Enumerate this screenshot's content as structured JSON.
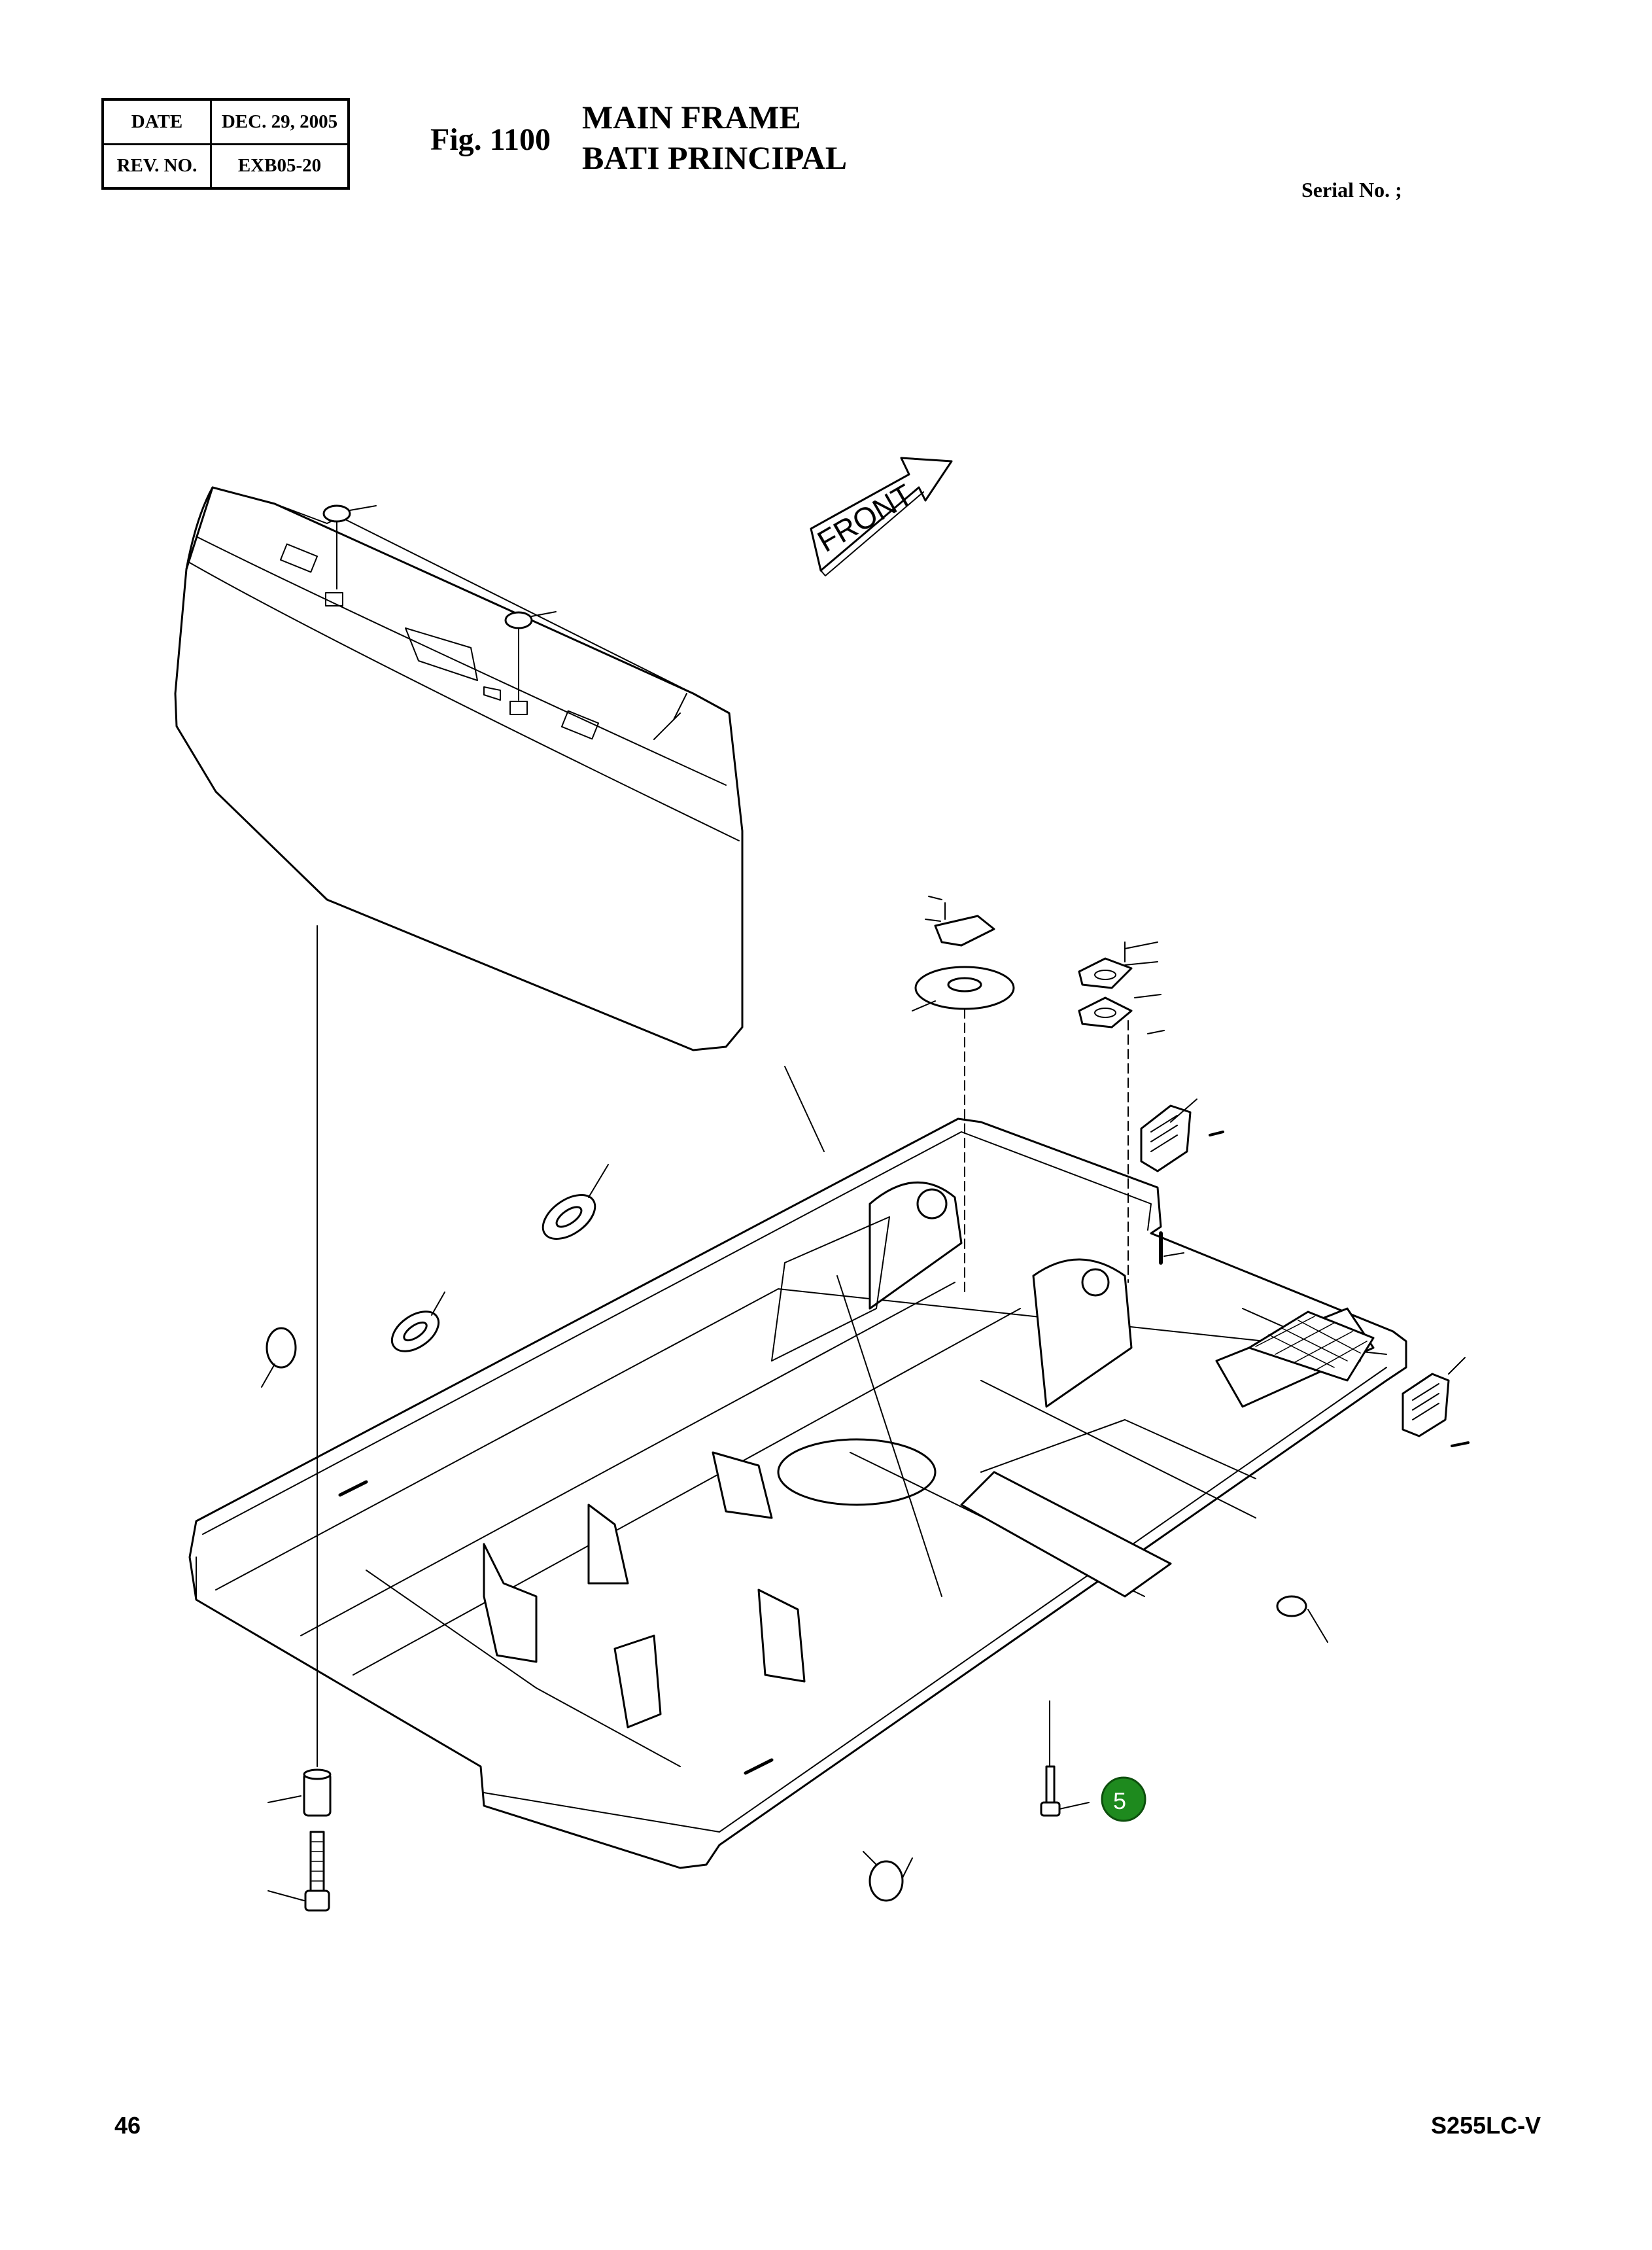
{
  "header": {
    "date_label": "DATE",
    "date_value": "DEC. 29, 2005",
    "rev_label": "REV. NO.",
    "rev_value": "EXB05-20",
    "figure": "Fig. 1100",
    "title_en": "MAIN FRAME",
    "title_fr": "BATI PRINCIPAL",
    "serial": "Serial No. ;"
  },
  "drawing": {
    "direction_label": "FRONT",
    "callout": "5",
    "callout_color": "#1e8a1e"
  },
  "footer": {
    "page": "46",
    "model": "S255LC-V"
  }
}
